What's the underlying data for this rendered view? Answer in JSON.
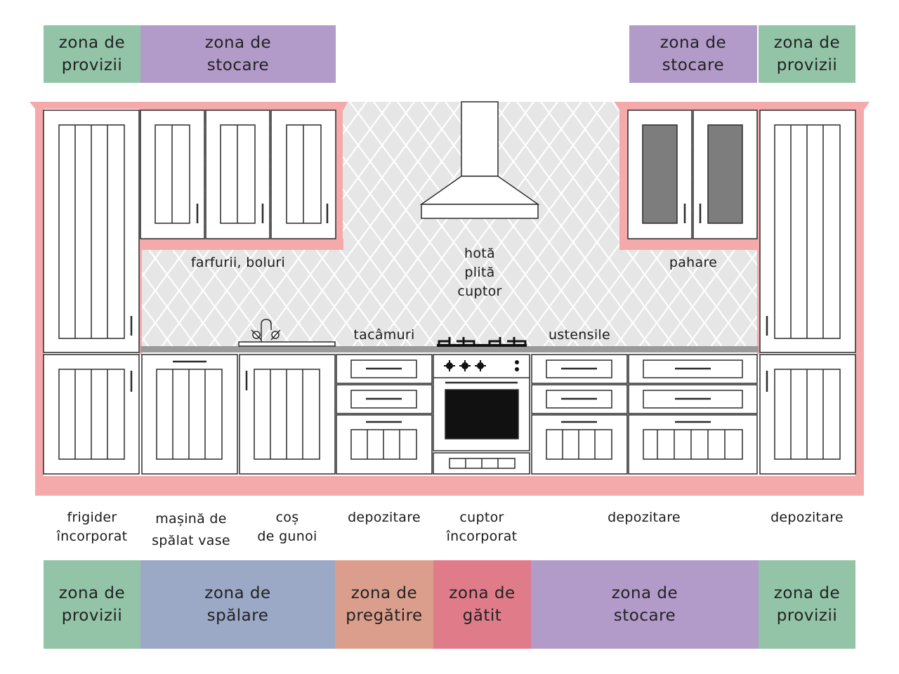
{
  "colors": {
    "provizii": "#93c4a8",
    "stocare": "#b39bc9",
    "spalare": "#9ba8c6",
    "pregatire": "#dc9e8c",
    "gatit": "#e07c8a",
    "frame": "#f4a9ab",
    "backsplash": "#e6e6e6"
  },
  "top_zones": [
    {
      "line1": "zona de",
      "line2": "provizii",
      "color": "provizii"
    },
    {
      "line1": "zona de",
      "line2": "stocare",
      "color": "stocare"
    },
    {
      "line1": "zona de",
      "line2": "stocare",
      "color": "stocare"
    },
    {
      "line1": "zona de",
      "line2": "provizii",
      "color": "provizii"
    }
  ],
  "bottom_zones": [
    {
      "line1": "zona de",
      "line2": "provizii",
      "color": "provizii"
    },
    {
      "line1": "zona de",
      "line2": "spălare",
      "color": "spalare"
    },
    {
      "line1": "zona de",
      "line2": "pregătire",
      "color": "pregatire"
    },
    {
      "line1": "zona de",
      "line2": "gătit",
      "color": "gatit"
    },
    {
      "line1": "zona de",
      "line2": "stocare",
      "color": "stocare"
    },
    {
      "line1": "zona de",
      "line2": "provizii",
      "color": "provizii"
    }
  ],
  "wall_labels": {
    "plates": "farfurii, boluri",
    "cooking": [
      "hotă",
      "plită",
      "cuptor"
    ],
    "glasses": "pahare",
    "cutlery": "tacâmuri",
    "utensils": "ustensile"
  },
  "appliance_labels": [
    {
      "line1": "frigider",
      "line2": "încorporat"
    },
    {
      "line1": "mașină de",
      "line2": "spălat vase"
    },
    {
      "line1": "coș",
      "line2": "de gunoi"
    },
    {
      "line1": "depozitare",
      "line2": ""
    },
    {
      "line1": "cuptor",
      "line2": "încorporat"
    },
    {
      "line1": "depozitare",
      "line2": ""
    },
    {
      "line1": "depozitare",
      "line2": ""
    }
  ]
}
